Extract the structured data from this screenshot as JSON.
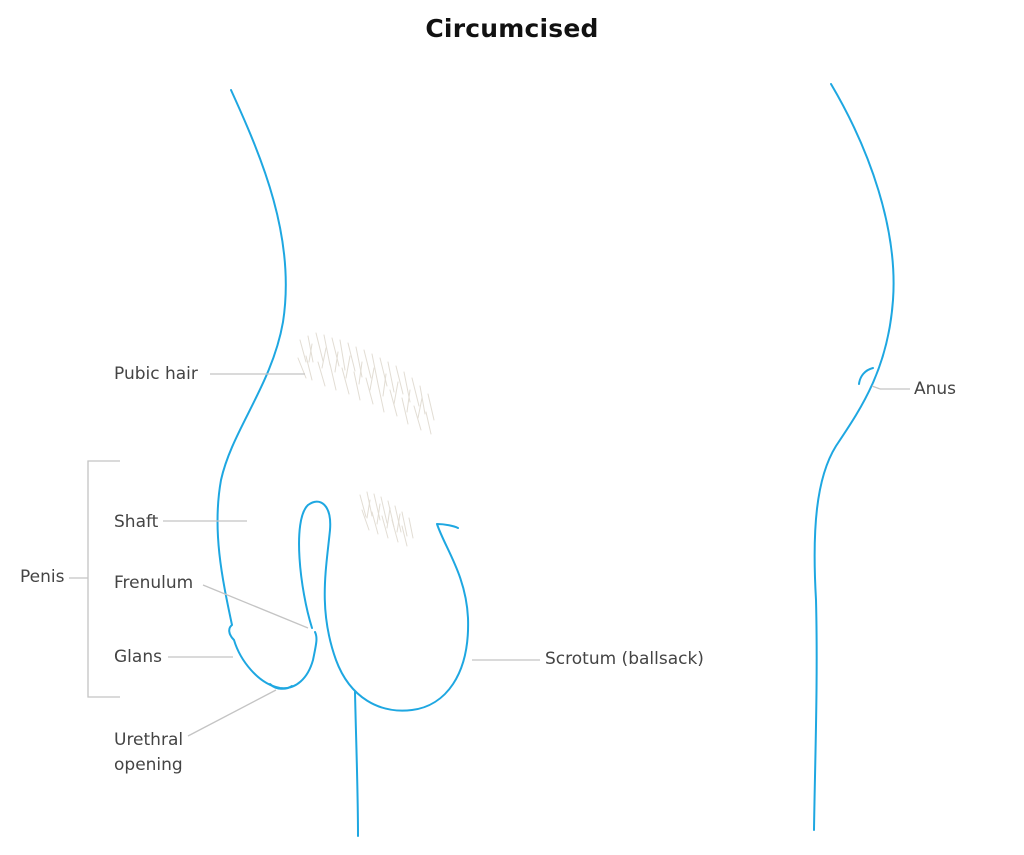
{
  "title": "Circumcised",
  "labels": {
    "pubic_hair": "Pubic hair",
    "shaft": "Shaft",
    "penis": "Penis",
    "frenulum": "Frenulum",
    "glans": "Glans",
    "urethral_line1": "Urethral",
    "urethral_line2": "opening",
    "scrotum": "Scrotum (ballsack)",
    "anus": "Anus"
  },
  "colors": {
    "outline": "#1ea7e1",
    "leader": "#c4c4c4",
    "hair": "#e2ddd4",
    "label_text": "#444444",
    "title_text": "#111111"
  }
}
